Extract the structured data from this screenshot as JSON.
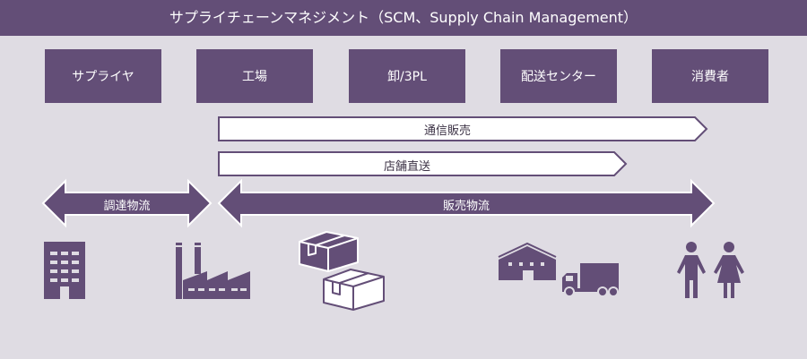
{
  "title": "サプライチェーンマネジメント（SCM、Supply Chain Management）",
  "colors": {
    "primary": "#634e77",
    "background": "#dfdce3",
    "white": "#ffffff"
  },
  "stages": [
    {
      "id": "supplier",
      "label": "サプライヤ"
    },
    {
      "id": "factory",
      "label": "工場"
    },
    {
      "id": "wholesale",
      "label": "卸/3PL"
    },
    {
      "id": "distribution",
      "label": "配送センター"
    },
    {
      "id": "consumer",
      "label": "消費者"
    }
  ],
  "channels": [
    {
      "id": "mail-order",
      "label": "通信販売",
      "from": "factory",
      "to": "consumer"
    },
    {
      "id": "store-direct",
      "label": "店舗直送",
      "from": "factory",
      "to": "distribution"
    }
  ],
  "logistics": [
    {
      "id": "procurement",
      "label": "調達物流",
      "from": "supplier",
      "to": "factory"
    },
    {
      "id": "sales",
      "label": "販売物流",
      "from": "factory",
      "to": "consumer"
    }
  ],
  "icons": [
    "office-building-icon",
    "factory-icon",
    "cardboard-boxes-icon",
    "warehouse-icon",
    "delivery-truck-icon",
    "man-icon",
    "woman-icon"
  ]
}
